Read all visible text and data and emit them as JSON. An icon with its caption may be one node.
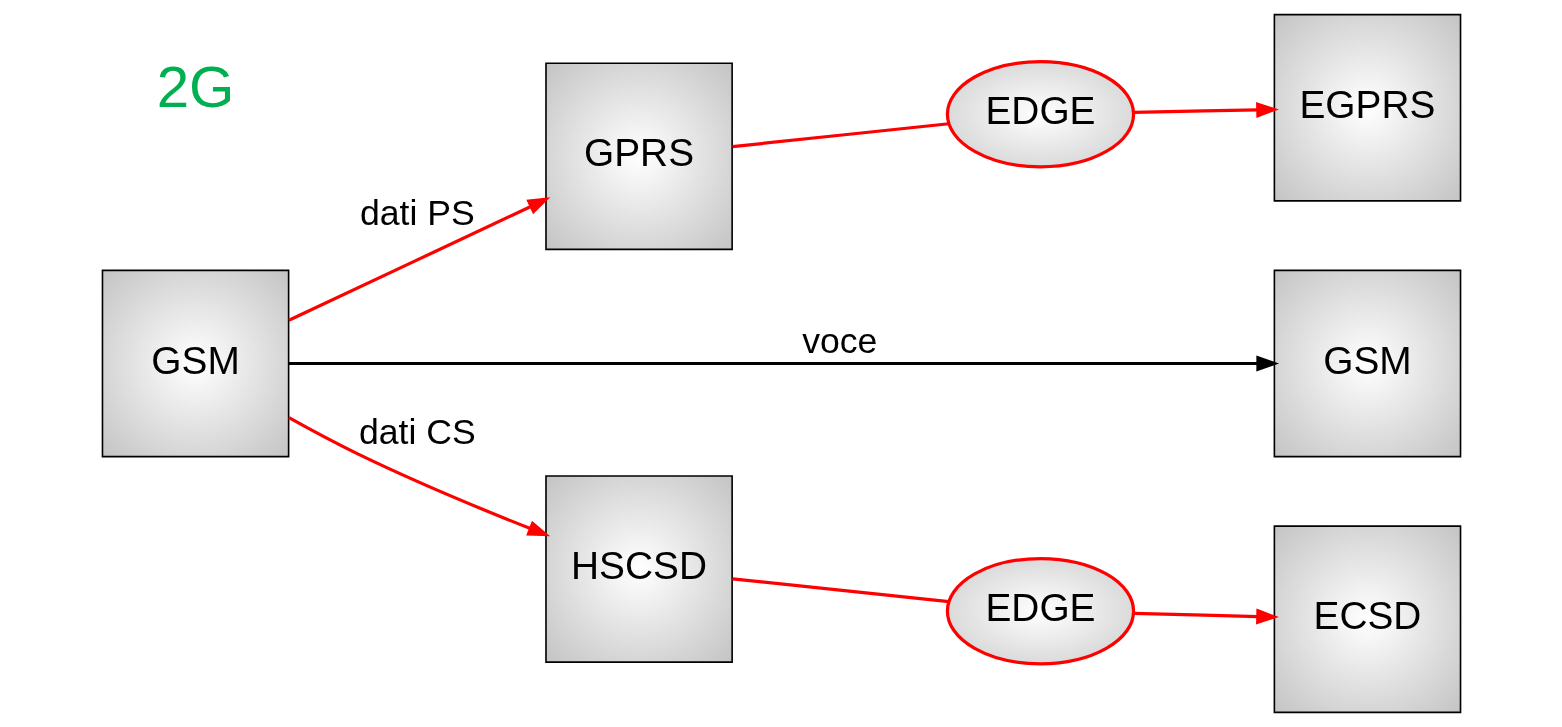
{
  "diagram": {
    "nodes": [
      {
        "text": [
          "GSM"
        ]
      },
      {
        "text": [
          "GPRS"
        ]
      },
      {
        "text": [
          "EDGE"
        ]
      },
      {
        "text": [
          "EGPRS"
        ]
      },
      {
        "text": [
          "GSM"
        ]
      },
      {
        "text": [
          "HSCSD"
        ]
      },
      {
        "text": [
          "EDGE"
        ]
      },
      {
        "text": [
          "ECSD"
        ]
      }
    ],
    "edges": [
      {
        "from": 0,
        "to": 1,
        "arrow": "to",
        "label": "dati PS"
      },
      {
        "from": 1,
        "to": 2,
        "arrow": "none"
      },
      {
        "from": 2,
        "to": 3,
        "arrow": "to"
      },
      {
        "from": 0,
        "to": 4,
        "arrow": "to",
        "label": "voce",
        "color": "#000000"
      },
      {
        "from": 0,
        "to": 5,
        "arrow": "to",
        "label": "dati CS"
      },
      {
        "from": 5,
        "to": 6,
        "arrow": "none"
      },
      {
        "from": 6,
        "to": 7,
        "arrow": "to"
      }
    ],
    "labels": [
      "2G"
    ]
  }
}
